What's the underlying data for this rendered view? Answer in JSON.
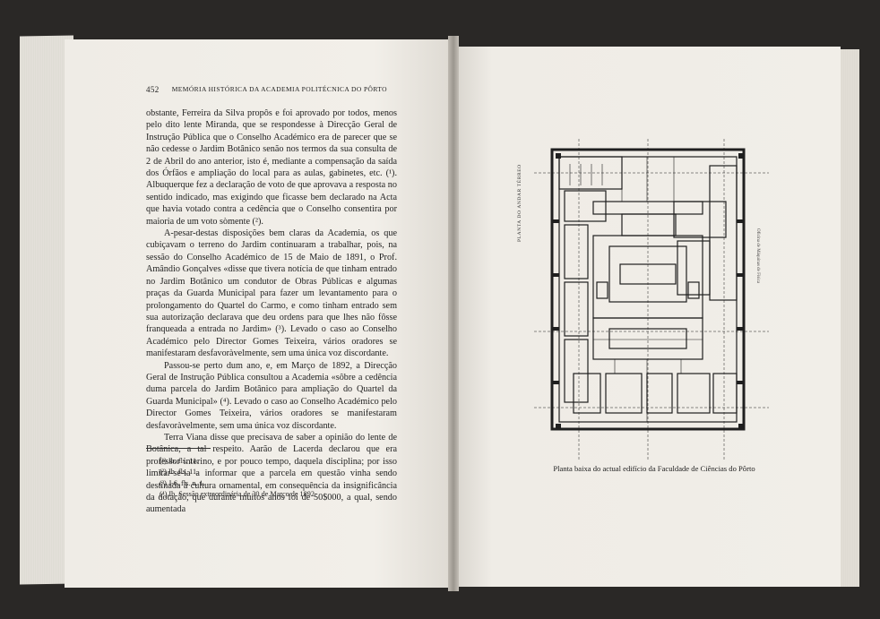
{
  "left_page": {
    "page_number": "452",
    "running_title": "MEMÓRIA HISTÓRICA DA ACADEMIA POLITÉCNICA DO PÔRTO",
    "paragraphs": [
      "obstante, Ferreira da Silva propôs e foi aprovado por todos, menos pelo dito lente Miranda, que se respondesse à Direcção Geral de Instrução Pública que o Conselho Académico era de parecer que se não cedesse o Jardim Botânico senão nos termos da sua consulta de 2 de Abril do ano anterior, isto é, mediante a compensação da saída dos Órfãos e ampliação do local para as aulas, gabinetes, etc. (¹). Albuquerque fez a declaração de voto de que aprovava a resposta no sentido indicado, mas exigindo que ficasse bem declarado na Acta que havia votado contra a cedência que o Conselho consentira por maioria de um voto sòmente (²).",
      "A-pesar-destas disposições bem claras da Academia, os que cubiçavam o terreno do Jardim continuaram a trabalhar, pois, na sessão do Conselho Académico de 15 de Maio de 1891, o Prof. Amândio Gonçalves «disse que tivera notícia de que tinham entrado no Jardim Botânico um condutor de Obras Públicas e algumas praças da Guarda Municipal para fazer um levantamento para o prolongamento do Quartel do Carmo, e como tinham entrado sem sua autorização declarava que deu ordens para que lhes não fôsse franqueada a entrada no Jardim» (³). Levado o caso ao Conselho Académico pelo Director Gomes Teixeira, vários oradores se manifestaram desfavoràvelmente, sem uma única voz discordante.",
      "Passou-se perto dum ano, e, em Março de 1892, a Direcção Geral de Instrução Pública consultou a Academia «sôbre a cedência duma parcela do Jardim Botânico para ampliação do Quartel da Guarda Municipal» (⁴). Levado o caso ao Conselho Académico pelo Director Gomes Teixeira, vários oradores se manifestaram desfavoràvelmente, sem uma única voz discordante.",
      "Terra Viana disse que precisava de saber a opinião do lente de Botânica, a tal respeito. Aarão de Lacerda declarou que era professor interino, e por pouco tempo, daquela disciplina; por isso limitar-se-ia a informar que a parcela em questão vinha sendo destinada à cultura ornamental, em consequência da insignificância da dotação, que durante muitos anos foi de 50$000, a qual, sendo aumentada"
    ],
    "footnotes": [
      "(¹) Ib. fls. 11.",
      "(²) Ib. fls. 11.",
      "(³) J-6, fls. n. 1.",
      "(⁴) Ib. Sessão extraordinária de 30 de Março de 1892."
    ]
  },
  "right_page": {
    "caption": "Planta baixa do actual edifício da Faculdade de Ciências do Pôrto",
    "plan_side_label": "PLANTA DO ANDAR TÉRREO",
    "plan_side_label_right": "Oficina de Máquinas de Física"
  },
  "colors": {
    "paper": "#f1eee8",
    "ink": "#1e1e1e",
    "background": "#2a2826"
  }
}
